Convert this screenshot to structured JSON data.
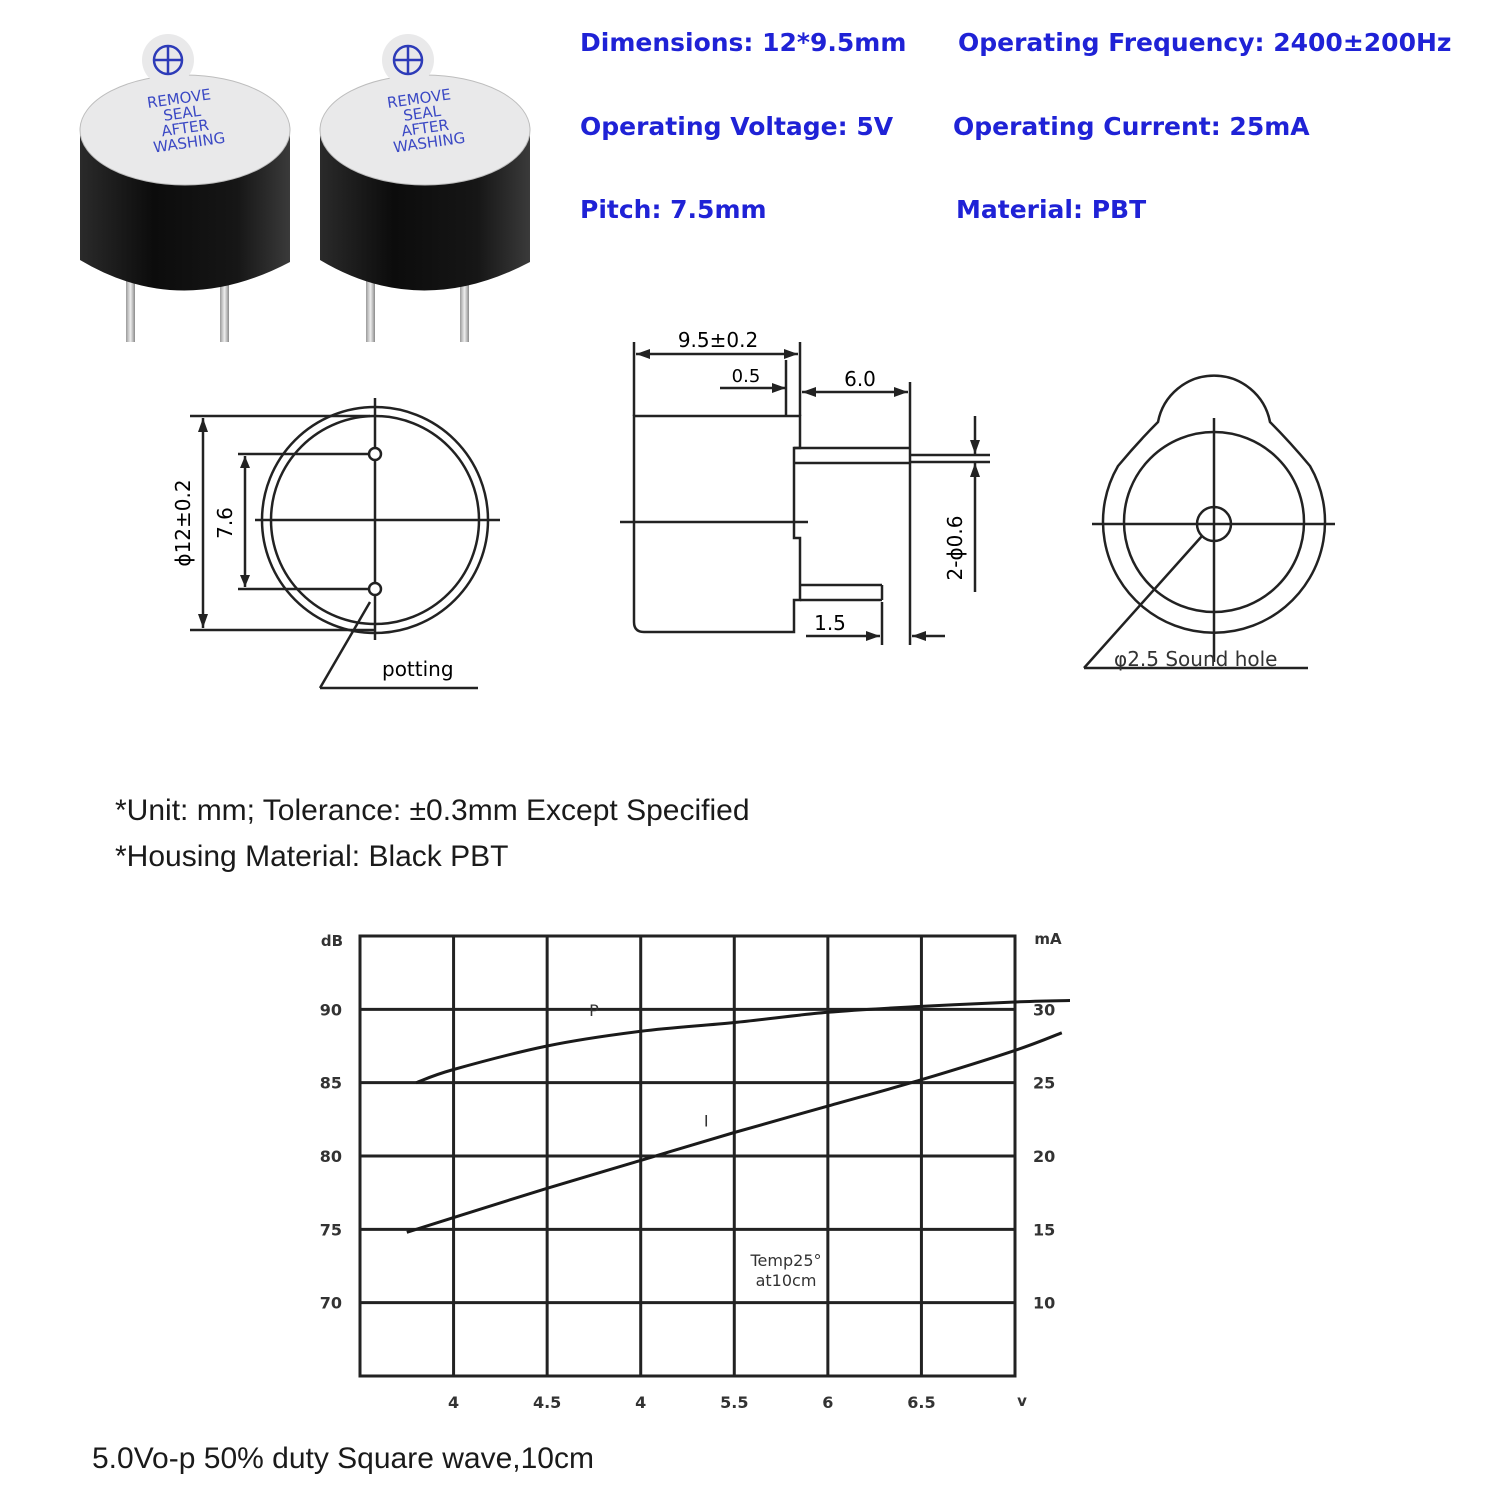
{
  "specs": {
    "dimensions": "Dimensions: 12*9.5mm",
    "frequency": "Operating Frequency: 2400±200Hz",
    "voltage": "Operating Voltage: 5V",
    "current": "Operating Current: 25mA",
    "pitch": "Pitch: 7.5mm",
    "material": "Material: PBT"
  },
  "product": {
    "seal_text": [
      "REMOVE",
      "SEAL",
      "AFTER",
      "WASHING"
    ]
  },
  "drawings": {
    "front": {
      "diameter": "ϕ12±0.2",
      "pitch": "7.6",
      "potting": "potting"
    },
    "side": {
      "length": "9.5±0.2",
      "step": "0.5",
      "pin_length": "6.0",
      "pin_dia": "2-ϕ0.6",
      "pin_offset": "1.5"
    },
    "top": {
      "sound_hole": "φ2.5 Sound hole"
    }
  },
  "notes": {
    "unit": "*Unit: mm; Tolerance:  ±0.3mm Except Specified",
    "housing": "*Housing Material: Black PBT",
    "footer": "5.0Vo-p 50% duty Square wave,10cm"
  },
  "chart_data": {
    "type": "line",
    "x_ticks": [
      "4",
      "4.5",
      "4",
      "5.5",
      "6",
      "6.5"
    ],
    "x_unit": "v",
    "y_left_unit": "dB",
    "y_left_ticks": [
      90,
      85,
      80,
      75,
      70
    ],
    "y_right_unit": "mA",
    "y_right_ticks": [
      30,
      25,
      20,
      15,
      10
    ],
    "annotation": [
      "Temp25°",
      "at10cm"
    ],
    "series": [
      {
        "name": "P",
        "axis": "left",
        "points": [
          [
            3.3,
            85
          ],
          [
            3.5,
            85.9
          ],
          [
            4.0,
            87.5
          ],
          [
            4.5,
            88.5
          ],
          [
            5.0,
            89.1
          ],
          [
            5.5,
            89.8
          ],
          [
            6.0,
            90.2
          ],
          [
            6.5,
            90.5
          ],
          [
            6.8,
            90.6
          ]
        ]
      },
      {
        "name": "I",
        "axis": "right",
        "points": [
          [
            3.25,
            14.8
          ],
          [
            3.5,
            15.8
          ],
          [
            4.0,
            17.8
          ],
          [
            4.5,
            19.7
          ],
          [
            5.0,
            21.6
          ],
          [
            5.5,
            23.4
          ],
          [
            6.0,
            25.2
          ],
          [
            6.5,
            27.2
          ],
          [
            6.75,
            28.4
          ]
        ]
      }
    ]
  }
}
